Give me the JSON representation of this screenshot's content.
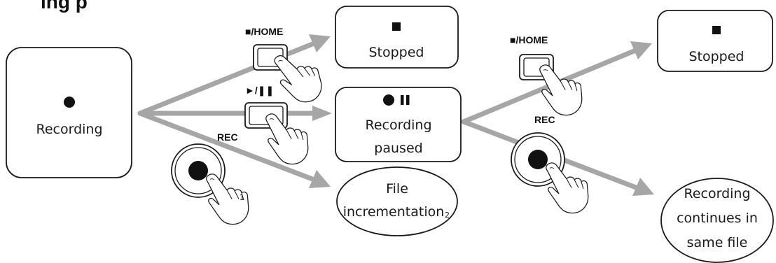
{
  "header": {
    "partial_title": "ing p"
  },
  "nodes": {
    "recording": {
      "symbol": "●",
      "label": "Recording"
    },
    "stopped_1": {
      "symbol": "■",
      "label": "Stopped"
    },
    "paused": {
      "symbol": "● ❚❚",
      "label_line1": "Recording",
      "label_line2": "paused"
    },
    "file_inc": {
      "label_line1": "File",
      "label_line2": "incrementation",
      "note_mark": "2"
    },
    "stopped_2": {
      "symbol": "■",
      "label": "Stopped"
    },
    "continues": {
      "label_line1": "Recording",
      "label_line2": "continues in",
      "label_line3": "same file"
    }
  },
  "buttons": {
    "stop_home_1": "■/HOME",
    "play_pause": "►/❚❚",
    "rec_1": "REC",
    "rec_1_note": "1",
    "stop_home_2": "■/HOME",
    "rec_2": "REC"
  },
  "colors": {
    "arrow": "#a6a6a6",
    "stroke": "#1a1a1a",
    "fill": "#ffffff"
  }
}
